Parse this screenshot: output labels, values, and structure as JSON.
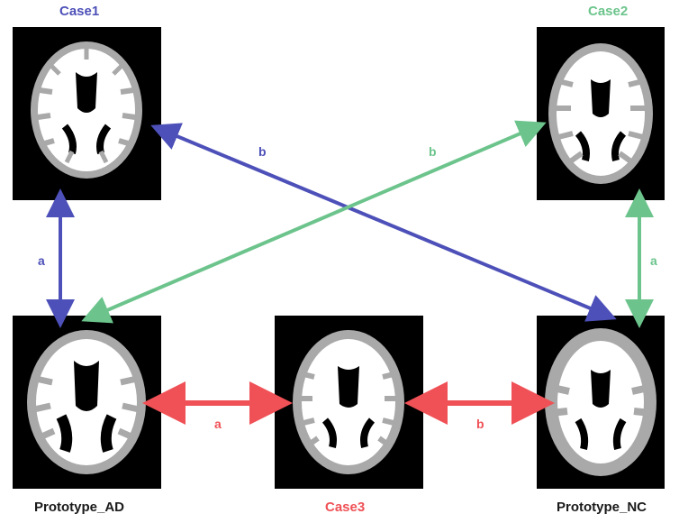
{
  "colors": {
    "blue": "#4d50b8",
    "green": "#6cc48c",
    "red": "#ef5156",
    "black": "#000000"
  },
  "cases": {
    "case1": "Case1",
    "case2": "Case2",
    "case3": "Case3"
  },
  "prototypes": {
    "ad": "Prototype_AD",
    "nc": "Prototype_NC"
  },
  "links": {
    "case1_to_ad": "a",
    "case1_to_nc": "b",
    "case2_to_ad": "b",
    "case2_to_nc": "a",
    "case3_to_ad": "a",
    "case3_to_nc": "b"
  }
}
